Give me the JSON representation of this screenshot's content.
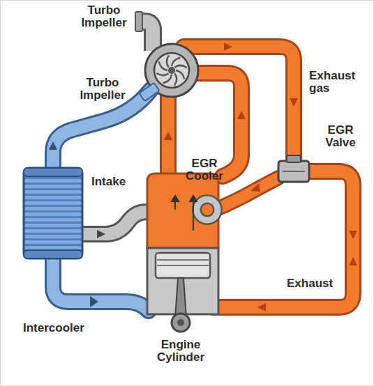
{
  "diagram": {
    "labels": [
      "Turbo Impeller",
      "Turbo Impeller",
      "Exhaust gas",
      "EGR Valve",
      "Intake",
      "EGR Cooler",
      "Exhaust",
      "Intercooler",
      "Engine Cylinder"
    ]
  }
}
